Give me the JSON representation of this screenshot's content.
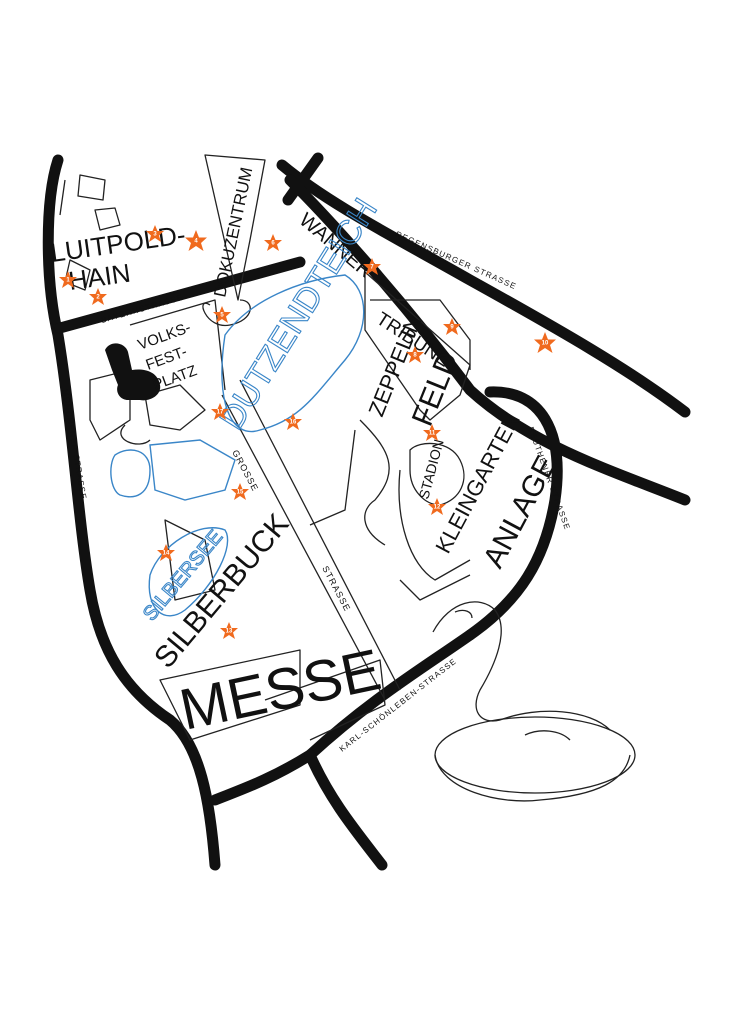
{
  "streets": {
    "regensburger": "REGENSBURGER STRASSE",
    "bayern": "BAYERNSTRASSE",
    "muenchener": "MÜNCHENER STRASSE",
    "beuthener": "BEUTHENER STRASSE",
    "karl_schoenleben": "KARL-SCHÖNLEBEN-STRASSE",
    "grosse": "GROSSE",
    "strasse": "STRASSE"
  },
  "areas": {
    "luitpold": "LUITPOLD-",
    "hain": "HAIN",
    "dokuzentrum": "DOKUZENTRUM",
    "wanner": "WANNER",
    "volks": "VOLKS-",
    "fest": "FEST-",
    "platz": "PLATZ",
    "dutzendteich": "DUTZENDTEICH",
    "tribuene": "TRIBÜNE",
    "zeppelin": "ZEPPELIN",
    "feld": "FELD",
    "stadion": "STADION",
    "kleingarten": "KLEINGARTEN",
    "anlage": "ANLAGE",
    "silbersee": "SILBERSEE",
    "silberbuck": "SILBERBUCK",
    "messe": "MESSE"
  },
  "markers": [
    {
      "id": "1",
      "label": "1"
    },
    {
      "id": "2",
      "label": "2"
    },
    {
      "id": "3",
      "label": "3"
    },
    {
      "id": "4",
      "label": "4"
    },
    {
      "id": "5",
      "label": "5"
    },
    {
      "id": "6",
      "label": "6"
    },
    {
      "id": "7",
      "label": "7"
    },
    {
      "id": "8",
      "label": "8"
    },
    {
      "id": "9",
      "label": "9"
    },
    {
      "id": "10",
      "label": "10"
    },
    {
      "id": "11",
      "label": "11"
    },
    {
      "id": "12",
      "label": "12"
    },
    {
      "id": "13",
      "label": "13"
    },
    {
      "id": "14",
      "label": "14"
    },
    {
      "id": "15",
      "label": "15"
    },
    {
      "id": "16",
      "label": "16"
    },
    {
      "id": "17",
      "label": "17"
    }
  ],
  "colors": {
    "marker": "#f06a1e",
    "water": "#3a86c8",
    "ink": "#111111"
  }
}
